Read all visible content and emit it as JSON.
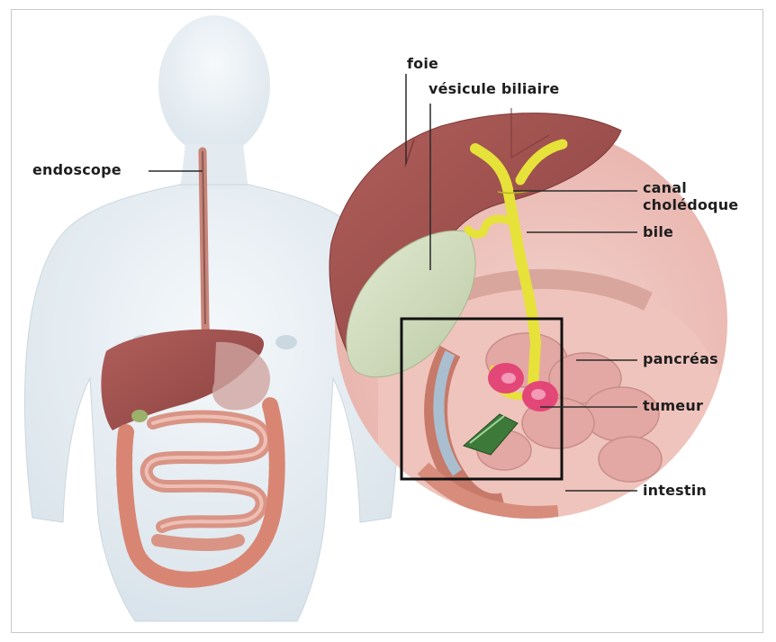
{
  "diagram": {
    "labels": {
      "endoscope": "endoscope",
      "foie": "foie",
      "vesicule": "vésicule biliaire",
      "canal_line1": "canal",
      "canal_line2": "cholédoque",
      "bile": "bile",
      "pancreas": "pancréas",
      "tumeur": "tumeur",
      "intestin": "intestin"
    },
    "colors": {
      "body": "#dfe8ee",
      "liver": "#9b4d4a",
      "gallbladder": "#cddab8",
      "bile_duct": "#e6e23a",
      "pancreas": "#d99a9a",
      "tumor": "#e34778",
      "intestine": "#d58c7a",
      "frame_box": "#111111"
    }
  }
}
